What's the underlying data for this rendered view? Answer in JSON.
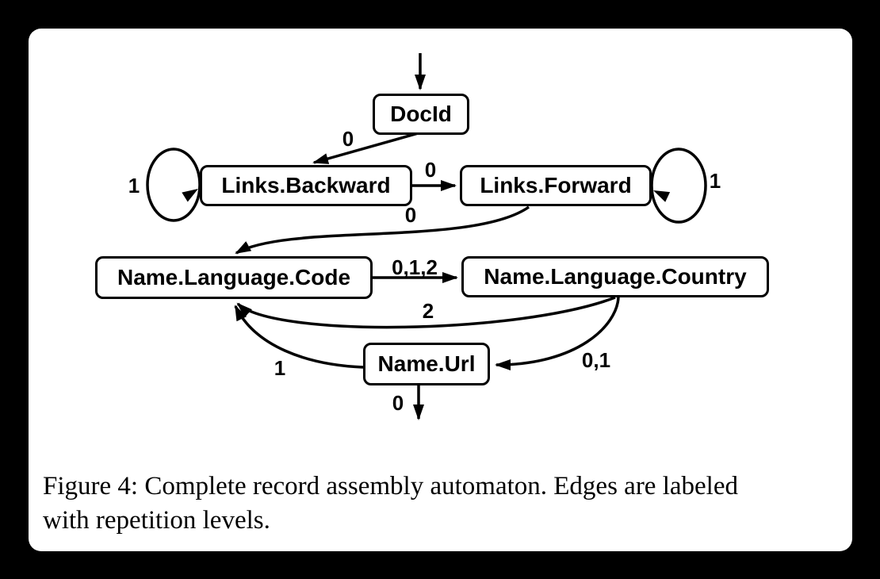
{
  "figure": {
    "caption_lines": [
      "Figure 4: Complete record assembly automaton. Edges are labeled",
      "with repetition levels."
    ]
  },
  "colors": {
    "background": "#000000",
    "panel": "#ffffff",
    "ink": "#000000"
  },
  "automaton": {
    "states": [
      {
        "name": "DocId"
      },
      {
        "name": "Links.Backward"
      },
      {
        "name": "Links.Forward"
      },
      {
        "name": "Name.Language.Code"
      },
      {
        "name": "Name.Language.Country"
      },
      {
        "name": "Name.Url"
      }
    ],
    "edges": [
      {
        "from": "start",
        "to": "DocId",
        "label": ""
      },
      {
        "from": "DocId",
        "to": "Links.Backward",
        "label": "0"
      },
      {
        "from": "Links.Backward",
        "to": "Links.Backward",
        "label": "1"
      },
      {
        "from": "Links.Backward",
        "to": "Links.Forward",
        "label": "0"
      },
      {
        "from": "Links.Forward",
        "to": "Links.Forward",
        "label": "1"
      },
      {
        "from": "Links.Forward",
        "to": "Name.Language.Code",
        "label": "0"
      },
      {
        "from": "Name.Language.Code",
        "to": "Name.Language.Country",
        "label": "0,1,2"
      },
      {
        "from": "Name.Language.Country",
        "to": "Name.Language.Code",
        "label": "2"
      },
      {
        "from": "Name.Language.Country",
        "to": "Name.Url",
        "label": "0,1"
      },
      {
        "from": "Name.Url",
        "to": "Name.Language.Code",
        "label": "1"
      },
      {
        "from": "Name.Url",
        "to": "end",
        "label": "0"
      }
    ]
  }
}
